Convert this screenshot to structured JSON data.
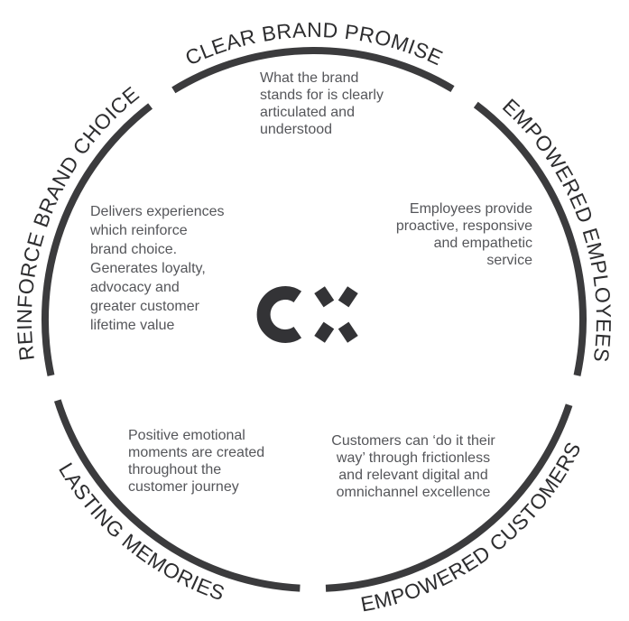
{
  "logo": {
    "text": "CX"
  },
  "segments": [
    {
      "label": "CLEAR BRAND PROMISE",
      "description": "What the brand\nstands for is clearly\narticulated and\nunderstood"
    },
    {
      "label": "EMPOWERED EMPLOYEES",
      "description": "Employees provide\nproactive, responsive\nand empathetic\nservice"
    },
    {
      "label": "EMPOWERED CUSTOMERS",
      "description": "Customers can ‘do it their\nway’ through frictionless\nand relevant digital and\nomnichannel excellence"
    },
    {
      "label": "LASTING MEMORIES",
      "description": "Positive emotional\nmoments are created\nthroughout the\ncustomer journey"
    },
    {
      "label": "REINFORCE BRAND CHOICE",
      "description": "Delivers experiences\nwhich reinforce\nbrand choice.\nGenerates loyalty,\nadvocacy and\ngreater customer\nlifetime value"
    }
  ],
  "colors": {
    "ring": "#3b3b3d",
    "label_text": "#2d2d2f",
    "description_text": "#55565a",
    "logo": "#333336",
    "background": "#ffffff"
  }
}
